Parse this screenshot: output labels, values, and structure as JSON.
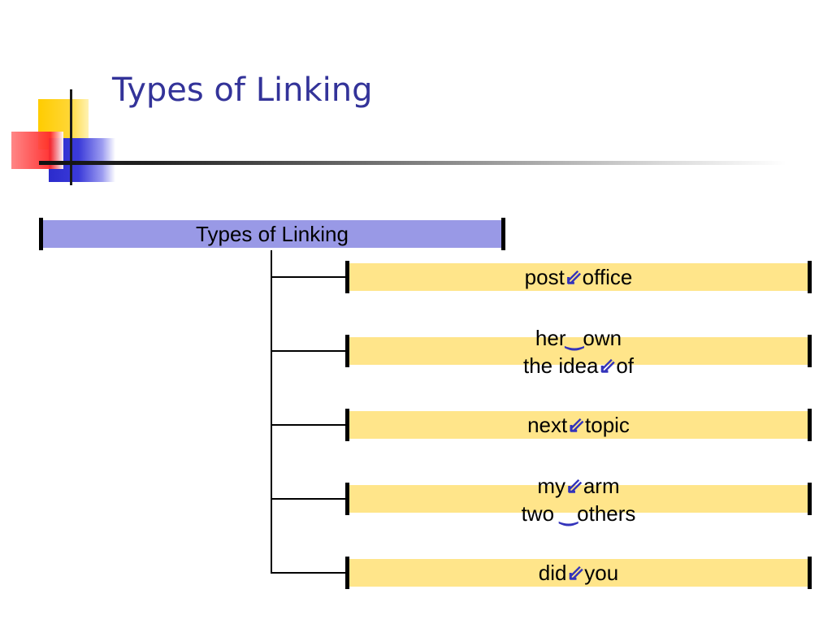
{
  "slide": {
    "title": "Types of Linking"
  },
  "diagram": {
    "root": {
      "label": "Types of Linking"
    },
    "leaves": [
      {
        "lines": [
          {
            "left": "post",
            "mark": "⇙",
            "right": "office"
          }
        ]
      },
      {
        "lines": [
          {
            "left": "her",
            "mark": "‿",
            "right": "own"
          },
          {
            "left": "the idea",
            "mark": "⇙",
            "right": "of"
          }
        ]
      },
      {
        "lines": [
          {
            "left": "next",
            "mark": "⇙",
            "right": "topic"
          }
        ]
      },
      {
        "lines": [
          {
            "left": "my",
            "mark": "⇙",
            "right": "arm"
          },
          {
            "left": "two ",
            "mark": "‿",
            "right": "others"
          }
        ]
      },
      {
        "lines": [
          {
            "left": "did",
            "mark": "⇙",
            "right": "you"
          }
        ]
      }
    ]
  },
  "colors": {
    "title": "#333399",
    "root_bar": "#9999e6",
    "leaf_bar": "#ffe58a",
    "link_mark": "#3333bb"
  }
}
